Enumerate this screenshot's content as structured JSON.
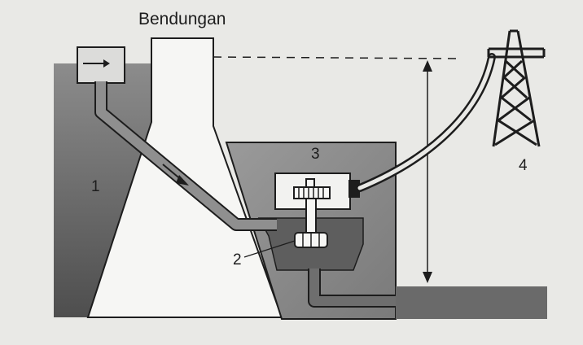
{
  "title": "Bendungan",
  "labels": {
    "reservoir": "1",
    "turbine": "2",
    "powerhouse": "3",
    "tower": "4"
  },
  "colors": {
    "background": "#e9e9e6",
    "dark_gray": "#6a6a6a",
    "mid_gray": "#8f8f8f",
    "light_gray": "#c8c8c6",
    "white": "#f6f6f4",
    "ink": "#1d1d1d"
  }
}
